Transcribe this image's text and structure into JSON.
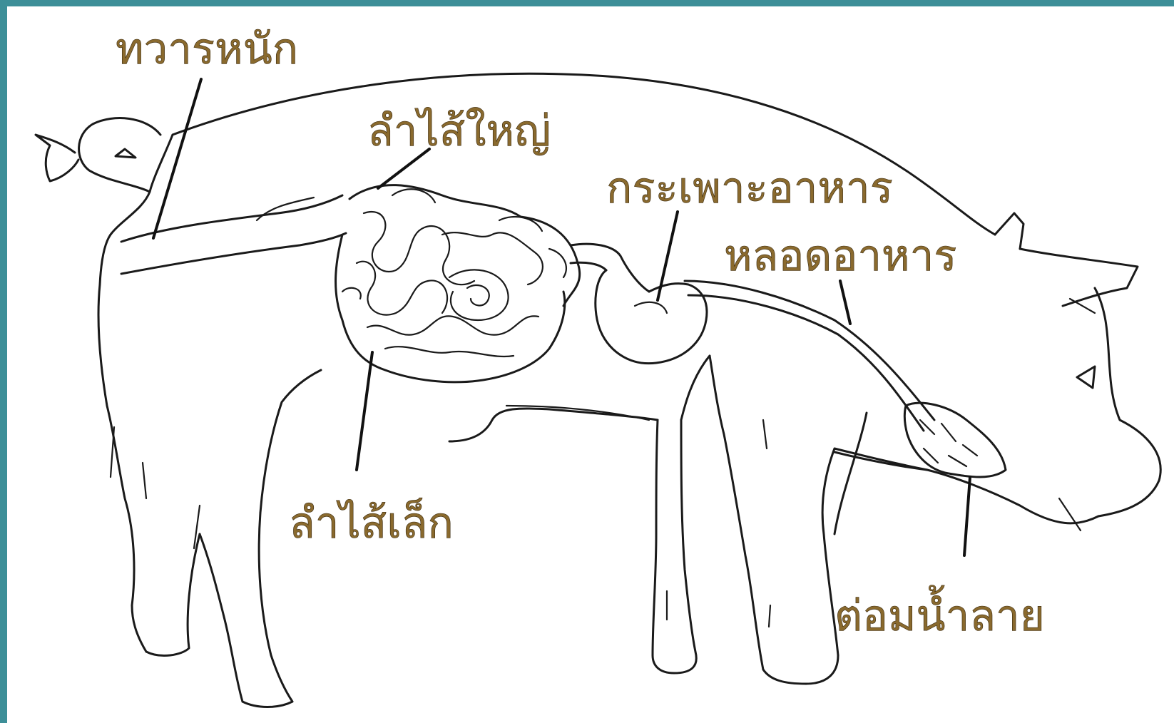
{
  "labels": {
    "anus": "ทวารหนัก",
    "large_intestine": "ลำไส้ใหญ่",
    "stomach": "กระเพาะอาหาร",
    "esophagus": "หลอดอาหาร",
    "small_intestine": "ลำไส้เล็ก",
    "salivary_gland": "ต่อมน้ำลาย"
  },
  "colors": {
    "frame_border": "#3d8f98",
    "background": "#ffffff",
    "line": "#1a1a1a",
    "label_text": "#8a6a2e"
  }
}
